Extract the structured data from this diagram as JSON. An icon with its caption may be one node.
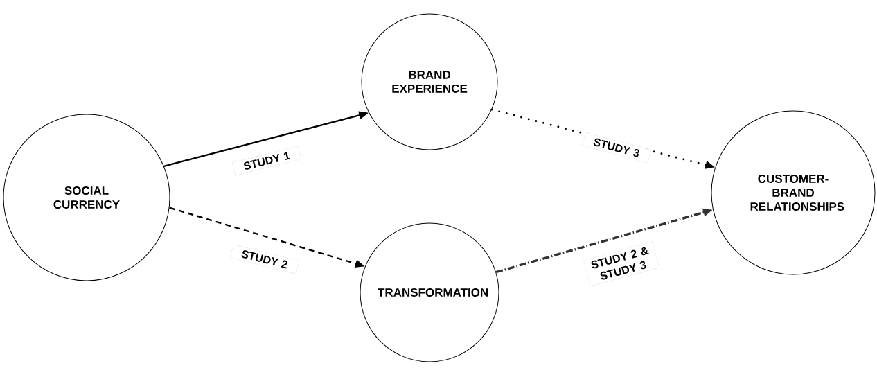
{
  "diagram": {
    "nodes": [
      {
        "text": [
          "SOCIAL CURRENCY"
        ]
      },
      {
        "text": [
          "BRAND EXPERIENCE"
        ]
      },
      {
        "text": [
          "TRANSFORMATION"
        ]
      },
      {
        "text": [
          "CUSTOMER-BRAND RELATIONSHIPS"
        ]
      }
    ],
    "edges": [
      {
        "from": 0,
        "to": 1,
        "arrow": "to",
        "label": "STUDY 1"
      },
      {
        "from": 0,
        "to": 2,
        "arrow": "to",
        "label": "STUDY 2",
        "style": "dashed"
      },
      {
        "from": 1,
        "to": 3,
        "arrow": "to",
        "label": "STUDY 3",
        "style": "dashed"
      },
      {
        "from": 2,
        "to": 3,
        "arrow": "to",
        "label": "STUDY 2 & STUDY 3",
        "style": "dashed",
        "color": "#333333"
      }
    ]
  }
}
